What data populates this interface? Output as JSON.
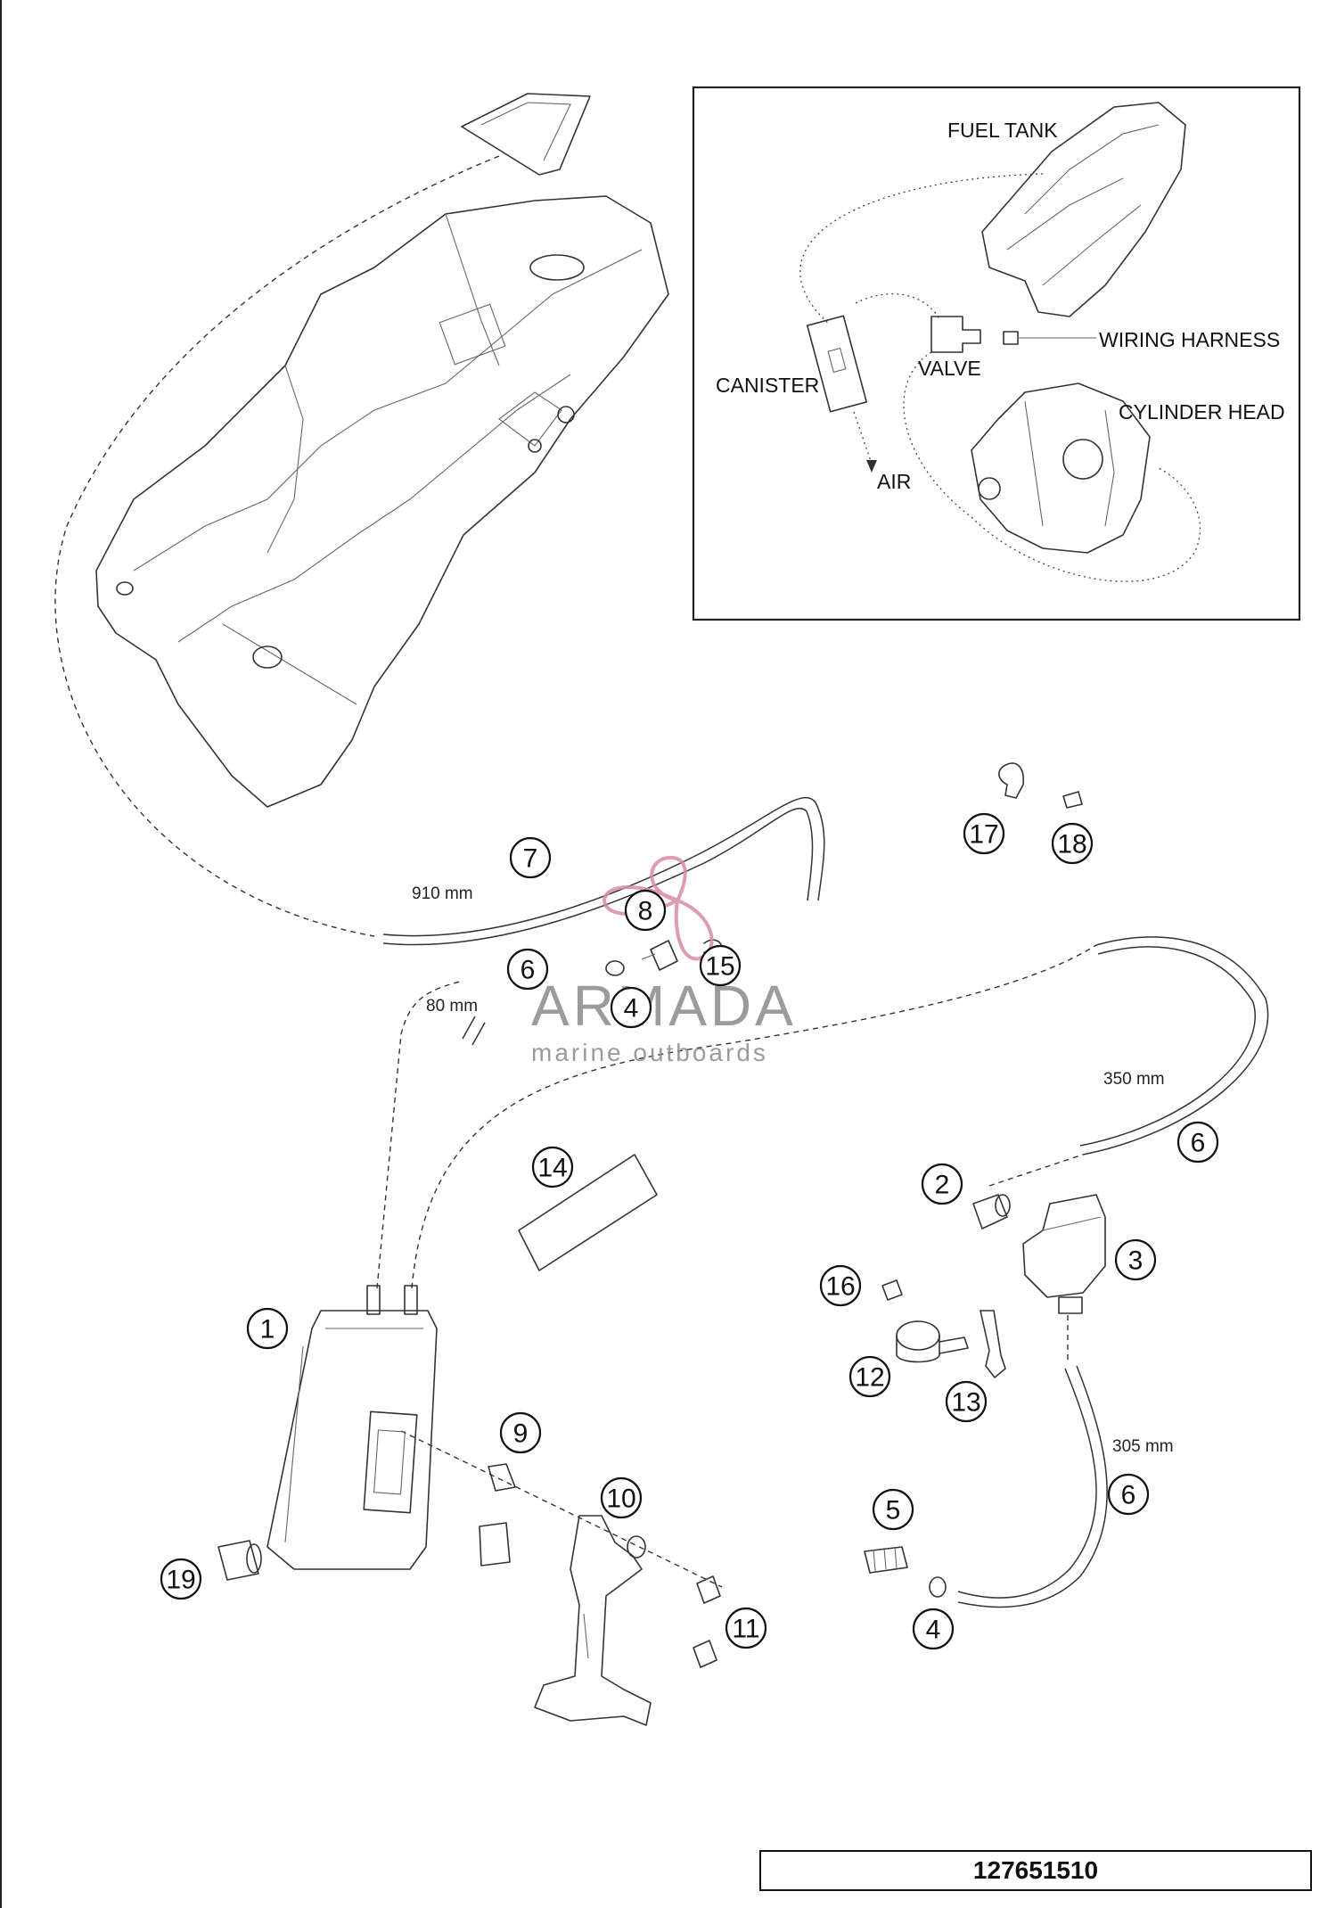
{
  "inset": {
    "labels": {
      "fuel_tank": "FUEL TANK",
      "wiring_harness": "WIRING HARNESS",
      "valve": "VALVE",
      "canister": "CANISTER",
      "cylinder_head": "CYLINDER HEAD",
      "air": "AIR"
    }
  },
  "dimensions": {
    "hose_7": "910 mm",
    "hose_6_short": "80 mm",
    "hose_6_long": "350 mm",
    "hose_6_lower": "305 mm"
  },
  "callouts": {
    "c1": "1",
    "c2": "2",
    "c3": "3",
    "c4a": "4",
    "c4b": "4",
    "c5": "5",
    "c6a": "6",
    "c6b": "6",
    "c6c": "6",
    "c7": "7",
    "c8": "8",
    "c9": "9",
    "c10": "10",
    "c11": "11",
    "c12": "12",
    "c13": "13",
    "c14": "14",
    "c15": "15",
    "c16": "16",
    "c17": "17",
    "c18": "18",
    "c19": "19"
  },
  "watermark": {
    "brand": "ARMADA",
    "tagline": "marine outboards"
  },
  "part_number": "127651510",
  "colors": {
    "line": "#333333",
    "watermark_logo": "#d98aa8",
    "watermark_text": "#8a8a8a"
  }
}
